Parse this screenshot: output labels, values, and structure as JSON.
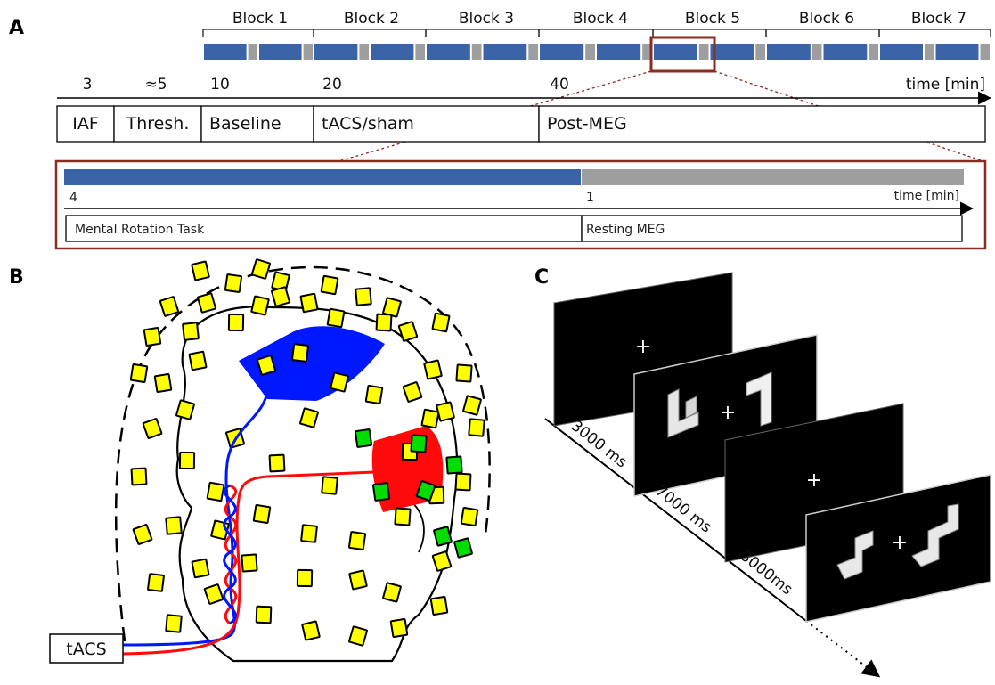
{
  "panels": {
    "a": "A",
    "b": "B",
    "c": "C"
  },
  "panel_a": {
    "blocks": [
      "Block 1",
      "Block 2",
      "Block 3",
      "Block 4",
      "Block 5",
      "Block 6",
      "Block 7"
    ],
    "tick_labels": [
      "3",
      "≈5",
      "10",
      "20",
      "40"
    ],
    "axis_unit": "time [min]",
    "phases": [
      "IAF",
      "Thresh.",
      "Baseline",
      "tACS/sham",
      "Post-MEG"
    ],
    "zoom": {
      "tick_labels": [
        "4",
        "1"
      ],
      "axis_unit": "time [min]",
      "phases": [
        "Mental Rotation Task",
        "Resting MEG"
      ]
    },
    "colors": {
      "task": "#3a63a8",
      "rest": "#9e9e9e",
      "zoom_frame": "#8b2c20"
    }
  },
  "panel_b": {
    "device_label": "tACS",
    "colors": {
      "electrode_blue": "#0018ff",
      "electrode_red": "#ff0a0a",
      "sensor": "#ffff00",
      "sensor_highlight": "#00dd00"
    }
  },
  "panel_c": {
    "durations": [
      "3000 ms",
      "7000 ms",
      "3000ms"
    ]
  }
}
